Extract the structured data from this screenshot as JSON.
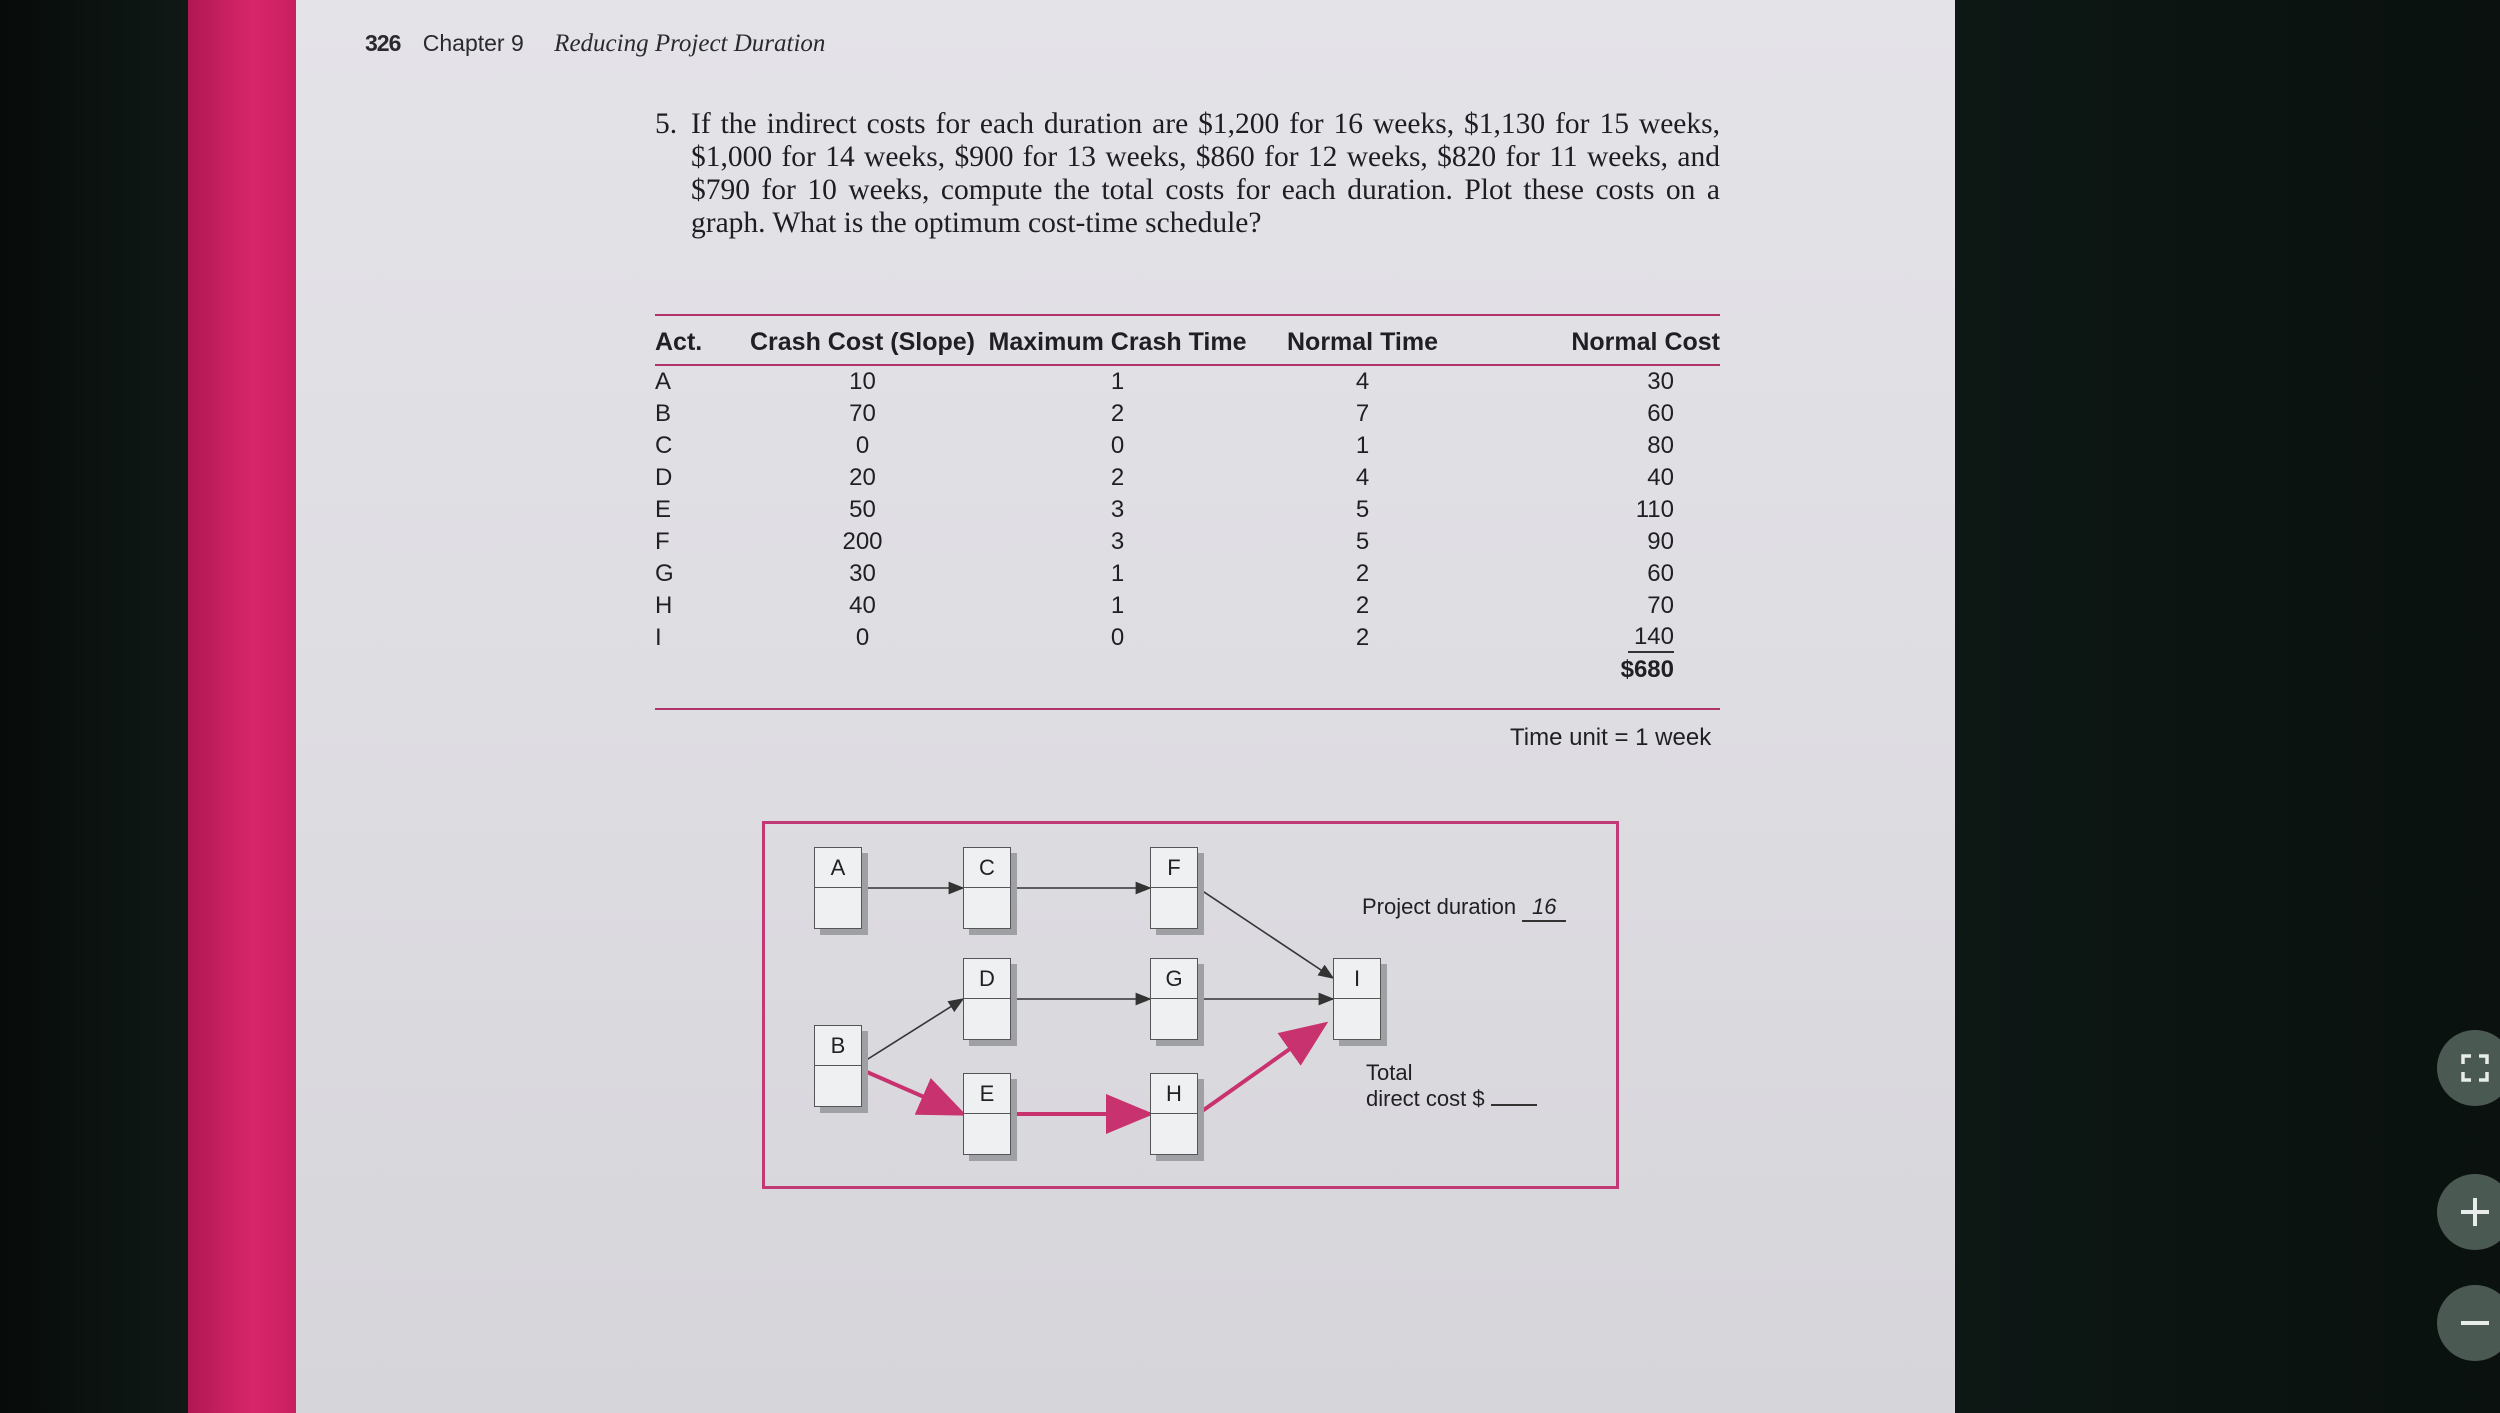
{
  "header": {
    "page_number": "326",
    "chapter": "Chapter 9",
    "title": "Reducing Project Duration"
  },
  "problem": {
    "number": "5.",
    "text": "If the indirect costs for each duration are $1,200 for 16 weeks, $1,130 for 15 weeks, $1,000 for 14 weeks, $900 for 13 weeks, $860 for 12 weeks, $820 for 11 weeks, and $790 for 10 weeks, compute the total costs for each duration. Plot these costs on a graph. What is the optimum cost-time schedule?"
  },
  "table": {
    "headers": [
      "Act.",
      "Crash Cost (Slope)",
      "Maximum Crash Time",
      "Normal Time",
      "Normal Cost"
    ],
    "rows": [
      [
        "A",
        "10",
        "1",
        "4",
        "30"
      ],
      [
        "B",
        "70",
        "2",
        "7",
        "60"
      ],
      [
        "C",
        "0",
        "0",
        "1",
        "80"
      ],
      [
        "D",
        "20",
        "2",
        "4",
        "40"
      ],
      [
        "E",
        "50",
        "3",
        "5",
        "110"
      ],
      [
        "F",
        "200",
        "3",
        "5",
        "90"
      ],
      [
        "G",
        "30",
        "1",
        "2",
        "60"
      ],
      [
        "H",
        "40",
        "1",
        "2",
        "70"
      ],
      [
        "I",
        "0",
        "0",
        "2",
        "140"
      ]
    ],
    "total": "$680",
    "time_unit": "Time unit = 1 week"
  },
  "network": {
    "nodes": [
      "A",
      "B",
      "C",
      "D",
      "E",
      "F",
      "G",
      "H",
      "I"
    ],
    "project_duration_label": "Project duration",
    "project_duration_value": "16",
    "total_label": "Total",
    "direct_cost_label": "direct cost  $",
    "critical_color": "#c8326e",
    "arrow_color": "#333333"
  },
  "controls": {
    "fullscreen_icon": "fullscreen-icon",
    "zoom_in_icon": "zoom-in-icon",
    "zoom_out_icon": "zoom-out-icon"
  },
  "colors": {
    "spine": "#d8266a",
    "page": "#e0dfe4",
    "rule": "#b0356a"
  }
}
